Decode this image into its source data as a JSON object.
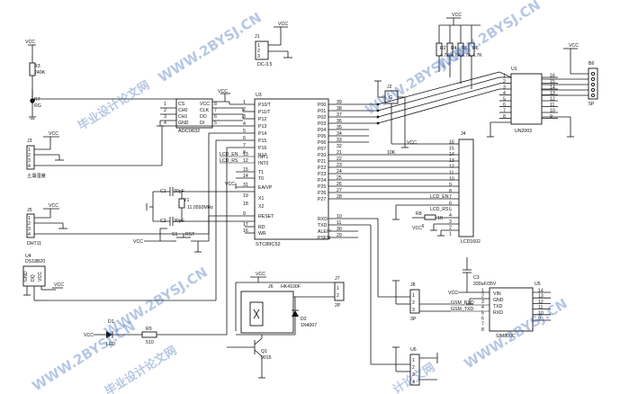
{
  "components": {
    "vcc": "VCC",
    "r3": {
      "ref": "R3",
      "value": "240K"
    },
    "rg": {
      "ref": "R7",
      "value": "RG"
    },
    "adc": {
      "ref": "U2",
      "name": "ADC0832",
      "pins_left": [
        "CS",
        "CH0",
        "CH1",
        "GND"
      ],
      "pins_right": [
        "VCC",
        "CLK",
        "DO",
        "DI"
      ],
      "nums_left": [
        "1",
        "2",
        "3",
        "4"
      ],
      "nums_right": [
        "8",
        "7",
        "6",
        "5"
      ]
    },
    "j1": {
      "ref": "J1",
      "name": "DC-3.5",
      "pins": [
        "1",
        "2",
        "3"
      ]
    },
    "j3": {
      "ref": "J3",
      "name": "土壤湿度",
      "pins": [
        "1",
        "2",
        "3",
        "4"
      ]
    },
    "j5": {
      "ref": "J5",
      "name": "DHT11",
      "pins": [
        "1",
        "2",
        "3",
        "4"
      ]
    },
    "u4": {
      "ref": "U4",
      "name": "DS18B20",
      "pins": [
        "GND",
        "DQ",
        "VCC"
      ]
    },
    "mcu": {
      "ref": "U3",
      "name": "STC89C52",
      "left_pins": [
        {
          "name": "P10/T",
          "num": "1"
        },
        {
          "name": "P11/T",
          "num": "2"
        },
        {
          "name": "P12",
          "num": "3"
        },
        {
          "name": "P13",
          "num": "4"
        },
        {
          "name": "P14",
          "num": "5"
        },
        {
          "name": "P15",
          "num": "6"
        },
        {
          "name": "P16",
          "num": "7"
        },
        {
          "name": "P17",
          "num": "8"
        },
        {
          "name": "INT1",
          "num": "13"
        },
        {
          "name": "INT0",
          "num": "12"
        },
        {
          "name": "T1",
          "num": "15"
        },
        {
          "name": "T0",
          "num": "14"
        },
        {
          "name": "EA/VP",
          "num": "31"
        },
        {
          "name": "X1",
          "num": "19"
        },
        {
          "name": "X2",
          "num": "18"
        },
        {
          "name": "RESET",
          "num": "9"
        },
        {
          "name": "RD",
          "num": "17"
        },
        {
          "name": "WR",
          "num": "16"
        }
      ],
      "right_pins": [
        {
          "name": "P00",
          "num": "39"
        },
        {
          "name": "P01",
          "num": "38"
        },
        {
          "name": "P02",
          "num": "37"
        },
        {
          "name": "P03",
          "num": "36"
        },
        {
          "name": "P04",
          "num": "35"
        },
        {
          "name": "P05",
          "num": "34"
        },
        {
          "name": "P06",
          "num": "33"
        },
        {
          "name": "P07",
          "num": "32"
        },
        {
          "name": "P20",
          "num": "21"
        },
        {
          "name": "P21",
          "num": "22"
        },
        {
          "name": "P22",
          "num": "23"
        },
        {
          "name": "P23",
          "num": "24"
        },
        {
          "name": "P24",
          "num": "25"
        },
        {
          "name": "P25",
          "num": "26"
        },
        {
          "name": "P26",
          "num": "27"
        },
        {
          "name": "P27",
          "num": "28"
        },
        {
          "name": "RXD",
          "num": "10"
        },
        {
          "name": "TXD",
          "num": "11"
        },
        {
          "name": "ALE/P",
          "num": "30"
        },
        {
          "name": "PSEN",
          "num": "29"
        }
      ]
    },
    "lcd_en": "LCD_EN",
    "lcd_rs": "LCD_RS",
    "c1": {
      "ref": "C1",
      "value": "30pF"
    },
    "c2": {
      "ref": "C2",
      "value": "30pF"
    },
    "y1": {
      "ref": "Y1",
      "value": "11.0592MHz"
    },
    "s1": {
      "ref": "S1",
      "value": "RST"
    },
    "r2": {
      "ref": "R2"
    },
    "r4": {
      "ref": "R4"
    },
    "r5": {
      "ref": "R5"
    },
    "r6": {
      "ref": "R6"
    },
    "rres": "4.7K",
    "j2": {
      "ref": "J2",
      "name": "G",
      "value": "10K"
    },
    "u1": {
      "ref": "U1",
      "name": "UN2003",
      "in_nums": [
        "1",
        "2",
        "3",
        "4",
        "5",
        "6",
        "7",
        "8"
      ],
      "out_nums": [
        "16",
        "15",
        "14",
        "13",
        "12",
        "11",
        "10",
        "9"
      ]
    },
    "b6": {
      "ref": "B6",
      "name": "5P"
    },
    "j4": {
      "ref": "J4",
      "name": "LCD1602",
      "nums": [
        "16",
        "15",
        "14",
        "13",
        "12",
        "11",
        "10",
        "9",
        "8",
        "7",
        "6",
        "5",
        "4",
        "3",
        "2",
        "1"
      ]
    },
    "r8": {
      "ref": "R8",
      "value": "1K"
    },
    "c3": {
      "ref": "C3",
      "value": "330uF/35V"
    },
    "u5": {
      "ref": "U5",
      "name": "SIM800C",
      "pins": [
        "VIN",
        "GND",
        "TXD",
        "RXD"
      ],
      "nums_left": [
        "1",
        "2",
        "3",
        "4",
        "5",
        "6",
        "7",
        "8"
      ],
      "nums_right": [
        "14",
        "13",
        "12",
        "11",
        "10",
        "9"
      ]
    },
    "gsm_rxd": "GSM_RXD",
    "gsm_txd": "GSM_TXD",
    "j8": {
      "ref": "J8",
      "name": "3P",
      "pins": [
        "1",
        "2",
        "3"
      ]
    },
    "j6": {
      "ref": "J6",
      "name": "HK4100F"
    },
    "j7": {
      "ref": "J7",
      "name": "2P",
      "pins": [
        "1",
        "2"
      ]
    },
    "d2": {
      "ref": "D2",
      "name": "1N4007"
    },
    "q1": {
      "ref": "Q1",
      "name": "9015"
    },
    "d1": {
      "ref": "D1",
      "name": "LED"
    },
    "r9": {
      "ref": "R9",
      "value": "510"
    },
    "u6": {
      "ref": "U6",
      "pins": [
        "1",
        "2",
        "3",
        "4"
      ]
    }
  },
  "watermark": {
    "url": "WWW.2BYSJ.CN",
    "cn_top": "毕业设计论文网",
    "cn_mid": "计论文网",
    "cn_bottom": "毕业设计论文网"
  }
}
